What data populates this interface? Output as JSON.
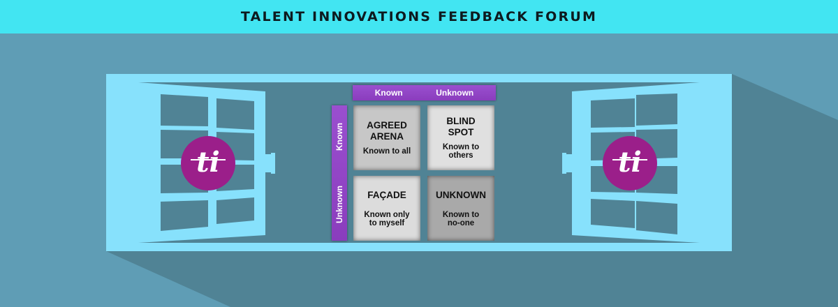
{
  "header": {
    "title": "TALENT INNOVATIONS FEEDBACK FORUM"
  },
  "colors": {
    "header_bg": "#42e5f2",
    "background": "#5f9db5",
    "shadow": "#508395",
    "frame": "#87e1fc",
    "accent_purple": "#8a3dbd",
    "logo": "#9b1f8a"
  },
  "johari": {
    "top_axis": [
      "Known",
      "Unknown"
    ],
    "side_axis": [
      "Known",
      "Unknown"
    ],
    "quadrants": [
      {
        "title": "AGREED ARENA",
        "title_lines": [
          "AGREED",
          "ARENA"
        ],
        "subtitle": "Known to all"
      },
      {
        "title": "BLIND SPOT",
        "title_lines": [
          "BLIND",
          "SPOT"
        ],
        "subtitle": "Known to others"
      },
      {
        "title": "FAÇADE",
        "title_lines": [
          "FAÇADE"
        ],
        "subtitle": "Known only to myself"
      },
      {
        "title": "UNKNOWN",
        "title_lines": [
          "UNKNOWN"
        ],
        "subtitle": "Known to no-one"
      }
    ]
  },
  "logos": {
    "left": "ti",
    "right": "ti"
  }
}
